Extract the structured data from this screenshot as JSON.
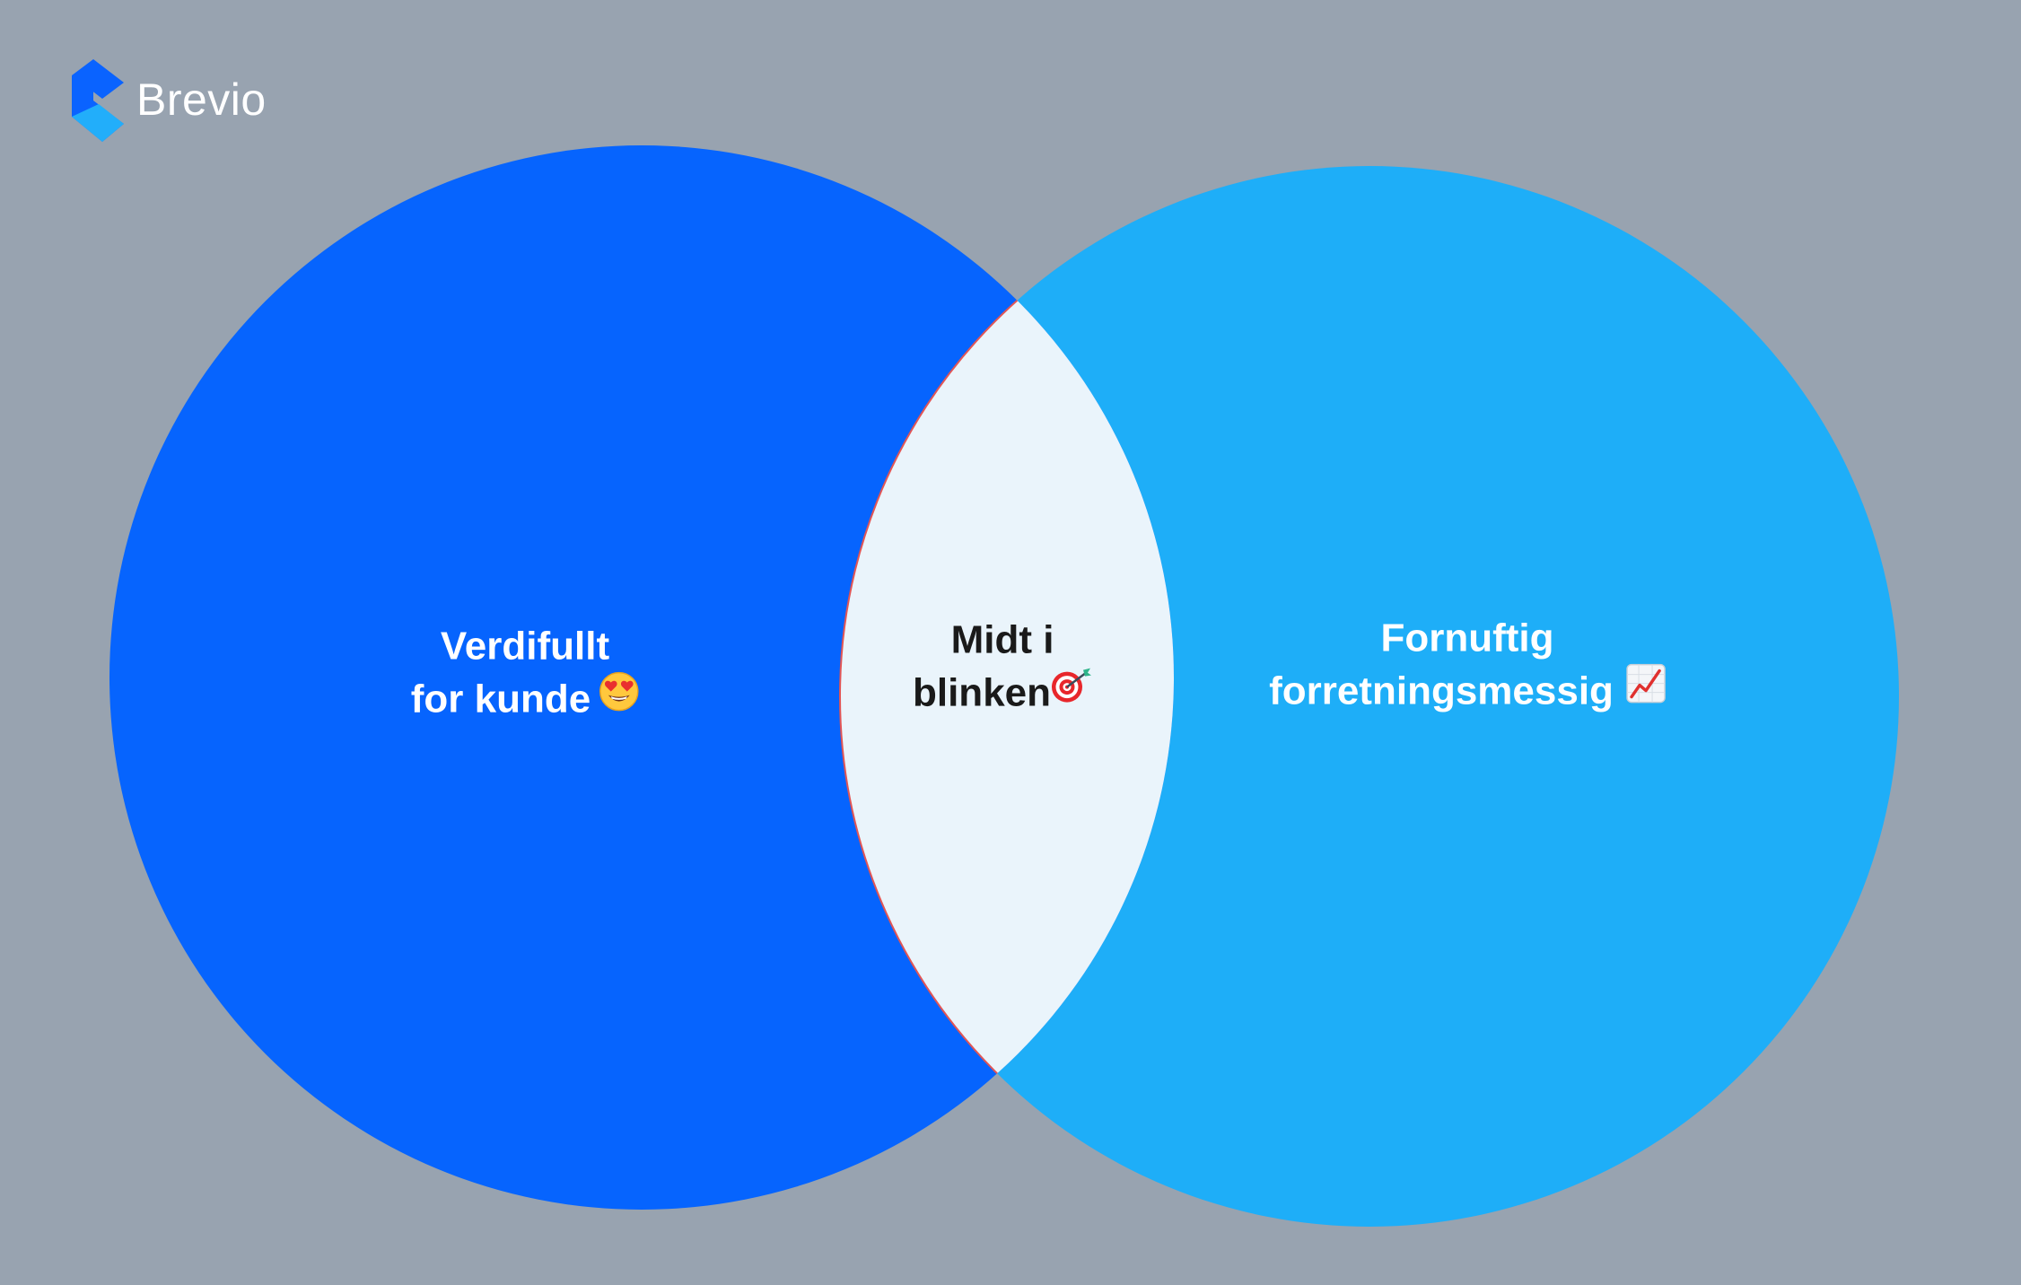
{
  "brand": {
    "name": "Brevio",
    "logo_icon": "brevio-logo-icon",
    "colors": {
      "dark": "#0a63ff",
      "light": "#22aefa"
    }
  },
  "background_color": "#98a3b0",
  "diagram": {
    "type": "venn",
    "sets": [
      {
        "id": "left",
        "lines": [
          "Verdifullt",
          "for kunde"
        ],
        "emoji": "smiling-face-with-heart-eyes",
        "color": "#0664fe"
      },
      {
        "id": "right",
        "lines": [
          "Fornuftig",
          "forretningsmessig"
        ],
        "emoji": "chart-increasing",
        "color": "#1eaef8"
      }
    ],
    "intersection": {
      "lines": [
        "Midt i",
        "blinken"
      ],
      "emoji": "direct-hit-target",
      "color": "#eaf4fb",
      "outline_color": "#e25555"
    }
  }
}
